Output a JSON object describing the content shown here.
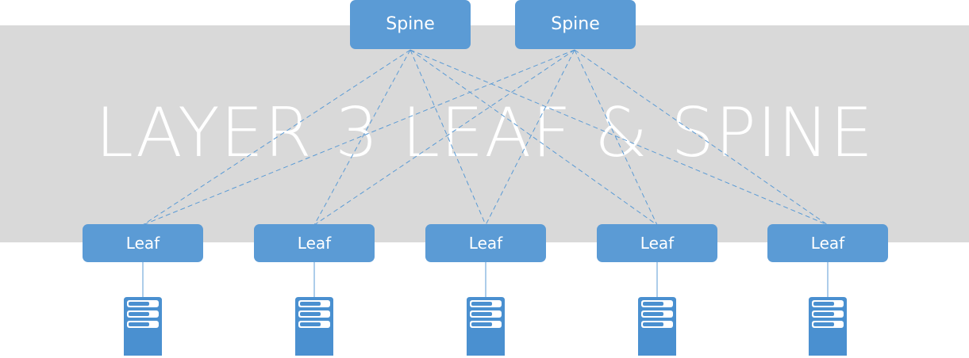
{
  "diagram": {
    "title": "LAYER 3 LEAF & SPINE",
    "spines": [
      {
        "label": "Spine"
      },
      {
        "label": "Spine"
      }
    ],
    "leaves": [
      {
        "label": "Leaf"
      },
      {
        "label": "Leaf"
      },
      {
        "label": "Leaf"
      },
      {
        "label": "Leaf"
      },
      {
        "label": "Leaf"
      }
    ],
    "servers": [
      {
        "icon": "server-icon"
      },
      {
        "icon": "server-icon"
      },
      {
        "icon": "server-icon"
      },
      {
        "icon": "server-icon"
      },
      {
        "icon": "server-icon"
      }
    ],
    "colors": {
      "node_fill": "#5b9bd5",
      "link_line": "#5b9bd5",
      "band": "#d9d9d9",
      "server_fill": "#4a90d0"
    }
  }
}
